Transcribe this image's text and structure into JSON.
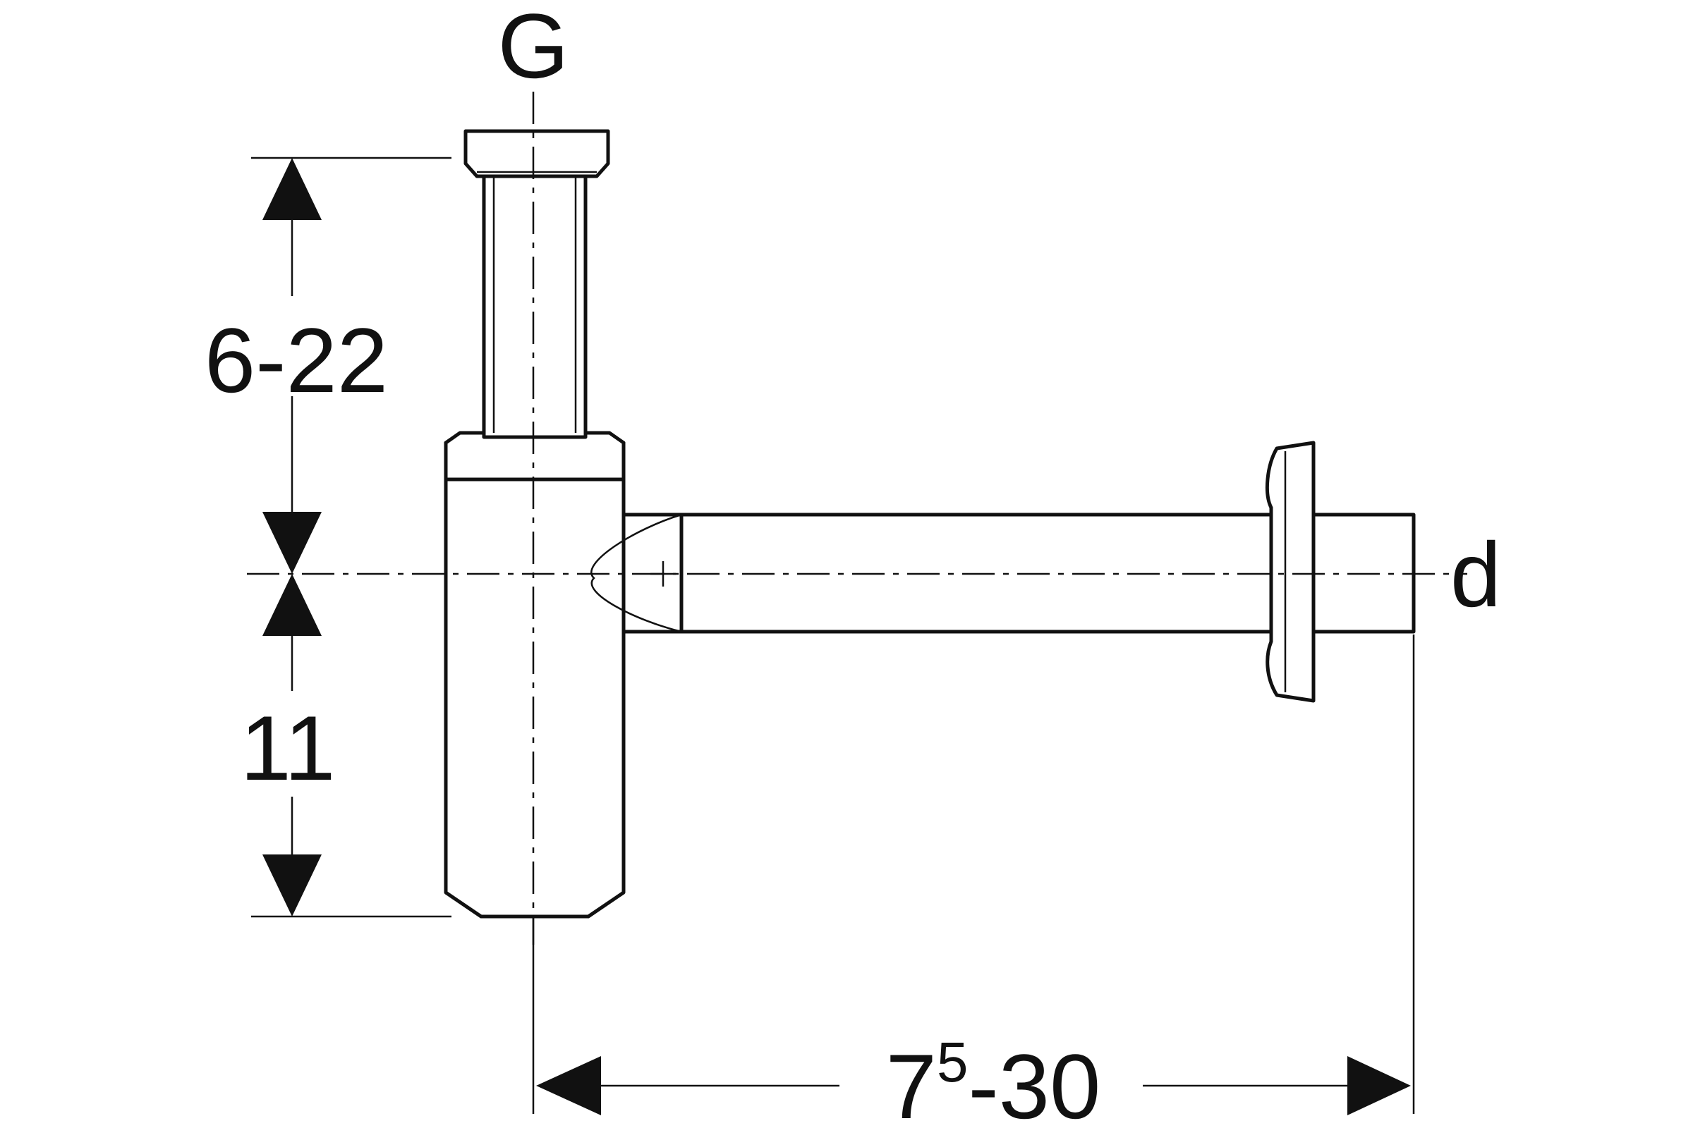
{
  "labels": {
    "inlet": "G",
    "outlet": "d",
    "height_adjust": "6-22",
    "lower_height": "11",
    "depth_base": "7",
    "depth_sup": "5",
    "depth_rest": "-30"
  }
}
